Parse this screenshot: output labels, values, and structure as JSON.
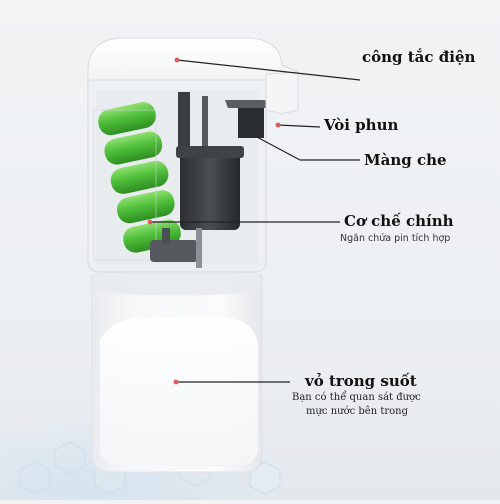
{
  "annotations": {
    "power_switch": {
      "label": "công tắc điện"
    },
    "nozzle": {
      "label": "Vòi phun"
    },
    "cover": {
      "label": "Màng che"
    },
    "mechanism": {
      "label": "Cơ chế chính",
      "sublabel": "Ngăn chứa pin tích hợp"
    },
    "shell": {
      "label": "vỏ trong suốt",
      "sublabel_line1": "Bạn có thể quan sát được",
      "sublabel_line2": "mực nước bên trong"
    }
  },
  "colors": {
    "battery": "#4fbf3a",
    "pointer_dot": "#e05a5a",
    "leader_line": "#222222",
    "label_text": "#111111"
  }
}
